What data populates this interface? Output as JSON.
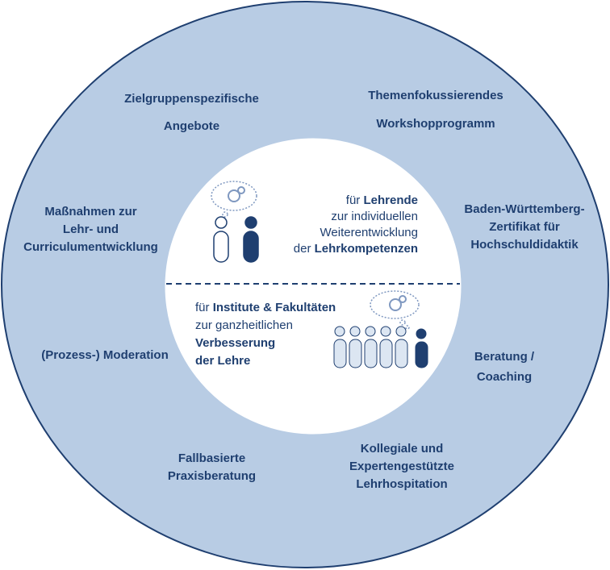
{
  "outer_ring": {
    "items": [
      {
        "line1": "Zielgruppenspezifische",
        "line2": "Angebote"
      },
      {
        "line1": "Themenfokussierendes",
        "line2": "Workshopprogramm"
      },
      {
        "line1": "Maßnahmen zur",
        "line2": "Lehr- und",
        "line3": "Curriculumentwicklung"
      },
      {
        "line1": "Baden-Württemberg-",
        "line2": "Zertifikat für",
        "line3": "Hochschuldidaktik"
      },
      {
        "line1": "(Prozess-) Moderation"
      },
      {
        "line1": "Beratung /",
        "line2": "Coaching"
      },
      {
        "line1": "Fallbasierte",
        "line2": "Praxisberatung"
      },
      {
        "line1": "Kollegiale und",
        "line2": "Expertengestützte",
        "line3": "Lehrhospitation"
      }
    ]
  },
  "inner_top": {
    "prefix": "für ",
    "bold1": "Lehrende",
    "line2": "zur individuellen",
    "line3": "Weiterentwicklung",
    "line4_prefix": "der ",
    "line4_bold": "Lehrkompetenzen"
  },
  "inner_bottom": {
    "prefix": "für ",
    "bold1": "Institute & Fakultäten",
    "line2": "zur ganzheitlichen",
    "line3": "Verbesserung",
    "line4": "der Lehre"
  },
  "colors": {
    "ring": "#b8cce4",
    "ring_border": "#1f3f70",
    "text": "#1f3f70",
    "figure_fill": "#1f3f70"
  }
}
